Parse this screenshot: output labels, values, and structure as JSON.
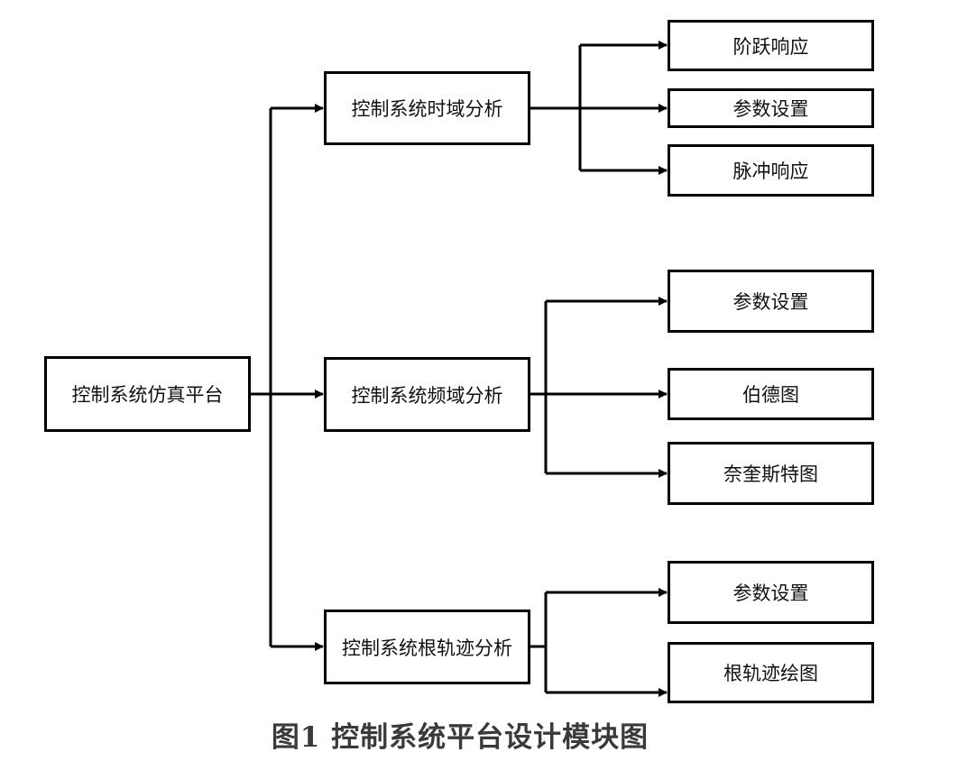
{
  "diagram": {
    "root": {
      "label": "控制系统仿真平台"
    },
    "branches": [
      {
        "label": "控制系统时域分析",
        "children": [
          {
            "label": "阶跃响应"
          },
          {
            "label": "参数设置"
          },
          {
            "label": "脉冲响应"
          }
        ]
      },
      {
        "label": "控制系统频域分析",
        "children": [
          {
            "label": "参数设置"
          },
          {
            "label": "伯德图"
          },
          {
            "label": "奈奎斯特图"
          }
        ]
      },
      {
        "label": "控制系统根轨迹分析",
        "children": [
          {
            "label": "参数设置"
          },
          {
            "label": "根轨迹绘图"
          }
        ]
      }
    ],
    "caption": "图1  控制系统平台设计模块图"
  }
}
